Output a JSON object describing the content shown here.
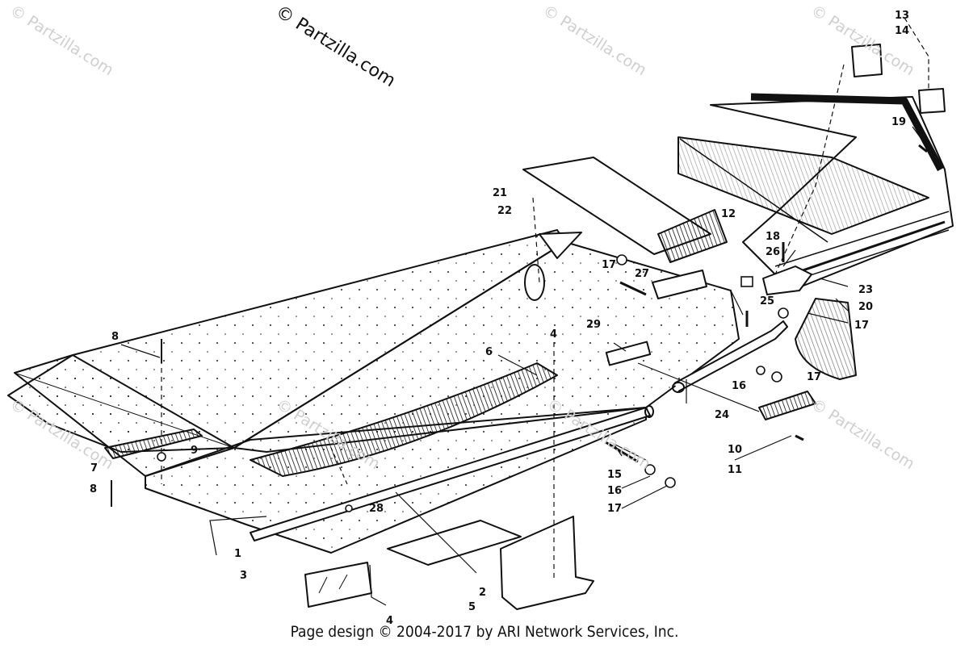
{
  "watermark": {
    "main": "© Partzilla.com",
    "faint": "© Partzilla.com"
  },
  "callouts": {
    "c1": "1",
    "c2": "2",
    "c3": "3",
    "c4a": "4",
    "c4b": "4",
    "c5": "5",
    "c6": "6",
    "c7": "7",
    "c8a": "8",
    "c8b": "8",
    "c9": "9",
    "c10": "10",
    "c11": "11",
    "c12": "12",
    "c13": "13",
    "c14": "14",
    "c15": "15",
    "c16a": "16",
    "c16b": "16",
    "c17a": "17",
    "c17b": "17",
    "c17c": "17",
    "c17d": "17",
    "c18": "18",
    "c19": "19",
    "c20": "20",
    "c21": "21",
    "c22": "22",
    "c23": "23",
    "c24": "24",
    "c25": "25",
    "c26": "26",
    "c27": "27",
    "c28": "28",
    "c29": "29"
  },
  "footer": "Page design © 2004-2017 by ARI Network Services, Inc."
}
